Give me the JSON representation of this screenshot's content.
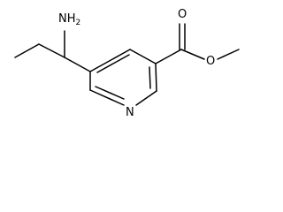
{
  "molecule": {
    "amine_label": "NH",
    "amine_subscript": "2",
    "carbonyl_oxygen_label": "O",
    "ester_oxygen_label": "O",
    "ring_nitrogen_label": "N"
  }
}
